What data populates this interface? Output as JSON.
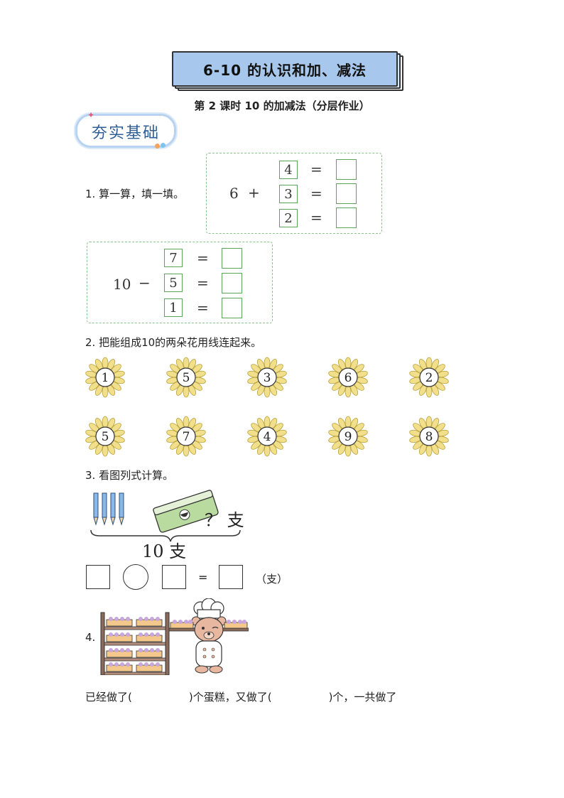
{
  "header": {
    "title": "6-10 的认识和加、减法",
    "subtitle": "第 2 课时  10 的加减法（分层作业）"
  },
  "section_badge": "夯实基础",
  "q1": {
    "prompt": "1. 算一算，填一填。",
    "box1": {
      "start": "6",
      "operator": "+",
      "numbers": [
        "4",
        "3",
        "2"
      ],
      "equals": "="
    },
    "box2": {
      "start": "10",
      "operator": "−",
      "numbers": [
        "7",
        "5",
        "1"
      ],
      "equals": "="
    }
  },
  "q2": {
    "prompt": "2. 把能组成10的两朵花用线连起来。",
    "top_flowers": [
      "1",
      "5",
      "3",
      "6",
      "2"
    ],
    "bottom_flowers": [
      "5",
      "7",
      "4",
      "9",
      "8"
    ],
    "petal_color": "#f2df8c",
    "petal_stroke": "#b8a23a"
  },
  "q3": {
    "prompt": "3. 看图列式计算。",
    "question_label": "？ 支",
    "total_label": "10 支",
    "equals": "=",
    "unit": "（支）"
  },
  "q4": {
    "number": "4.",
    "sentence": {
      "part1": "已经做了(",
      "part2": ")个蛋糕，又做了(",
      "part3": ")个，一共做了"
    }
  }
}
